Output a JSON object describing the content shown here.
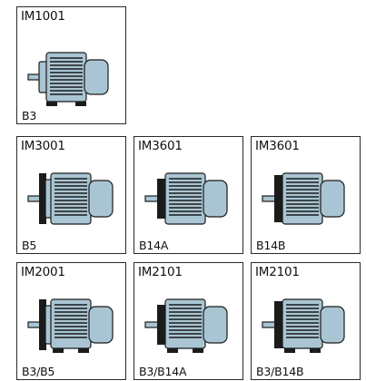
{
  "motors": [
    {
      "code": "IM1001",
      "mount": "B3",
      "variant": "foot"
    },
    {
      "code": "IM3001",
      "mount": "B5",
      "variant": "flange"
    },
    {
      "code": "IM3601",
      "mount": "B14A",
      "variant": "face"
    },
    {
      "code": "IM3601",
      "mount": "B14B",
      "variant": "face"
    },
    {
      "code": "IM2001",
      "mount": "B3/B5",
      "variant": "foot-flange"
    },
    {
      "code": "IM2101",
      "mount": "B3/B14A",
      "variant": "foot-face"
    },
    {
      "code": "IM2101",
      "mount": "B3/B14B",
      "variant": "foot-face"
    }
  ],
  "colors": {
    "motor_fill": "#a9c5d3",
    "outline": "#1b1b1b",
    "flange": "#1b1b1b"
  }
}
